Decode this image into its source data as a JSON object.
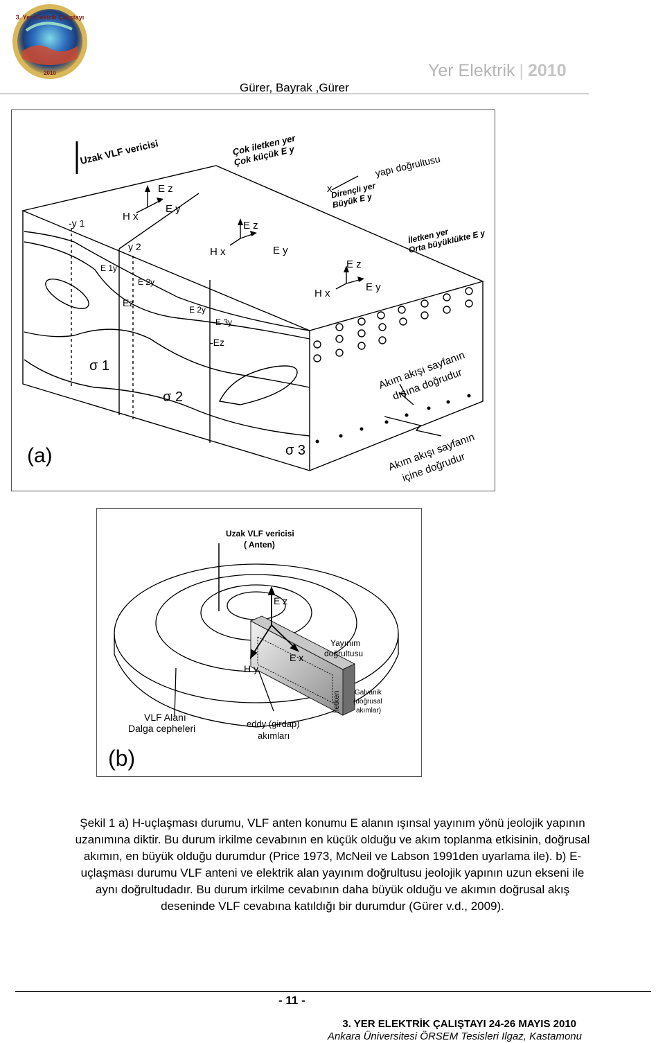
{
  "header": {
    "logo_text": "3. Yer Elektrik Çalıştayı",
    "logo_year": "2010",
    "authors": "Gürer, Bayrak ,Gürer",
    "journal_name": "Yer Elektrik",
    "journal_year": "2010"
  },
  "figure_a": {
    "panel_label": "(a)",
    "vlf_label": "Uzak VLF vericisi",
    "conductive_1": "Çok iletken yer",
    "conductive_2": "Çok küçük E y",
    "strike": "yapı doğrultusu",
    "x_axis": "x",
    "resistive_1": "Dirençli yer",
    "resistive_2": "Büyük E y",
    "medium_1": "İletken yer",
    "medium_2": "Orta büyüklükte E y",
    "ez": "E z",
    "ey": "E y",
    "hx": "H x",
    "neg_y1": "-y 1",
    "y2": "y 2",
    "e1y": "E 1y",
    "e2y": "E 2y",
    "e3y": "-E 3y",
    "ez_small": "Ez",
    "neg_ez": "-Ez",
    "sigma1": "σ 1",
    "sigma2": "σ 2",
    "sigma3": "σ 3",
    "out_of_page_1": "Akım akışı sayfanın",
    "out_of_page_2": "dışına doğrudur",
    "into_page_1": "Akım akışı sayfanın",
    "into_page_2": "içine doğrudur"
  },
  "figure_b": {
    "panel_label": "(b)",
    "vlf_1": "Uzak VLF vericisi",
    "vlf_2": "( Anten)",
    "ez": "E z",
    "ex": "E x",
    "hy": "H y",
    "prop_1": "Yayınım",
    "prop_2": "doğrultusu",
    "conductor": "İletken",
    "galvanic_1": "Galvanik",
    "galvanic_2": "(doğrusal",
    "galvanic_3": "akımlar)",
    "vlf_field_1": "VLF Alanı",
    "vlf_field_2": "Dalga cepheleri",
    "eddy_1": "eddy (girdap)",
    "eddy_2": "akımları"
  },
  "caption": [
    "Şekil 1 a) H-uçlaşması durumu, VLF anten konumu E alanın ışınsal yayınım yönü jeolojik yapının",
    "uzanımına diktir. Bu durum irkilme cevabının en küçük olduğu ve akım toplanma etkisinin, doğrusal",
    "akımın, en büyük olduğu durumdur (Price 1973, McNeil ve Labson 1991den uyarlama ile). b) E-",
    "uçlaşması durumu VLF anteni ve elektrik alan yayınım doğrultusu jeolojik yapının uzun ekseni ile",
    "aynı doğrultudadır. Bu durum irkilme cevabının daha büyük olduğu ve akımın doğrusal akış",
    "deseninde VLF cevabına katıldığı bir durumdur (Gürer v.d., 2009)."
  ],
  "footer": {
    "page_number": "- 11 -",
    "event": "3. YER ELEKTRİK ÇALIŞTAYI 24-26 MAYIS 2010",
    "venue": "Ankara Üniversitesi ÖRSEM Tesisleri Ilgaz, Kastamonu"
  }
}
